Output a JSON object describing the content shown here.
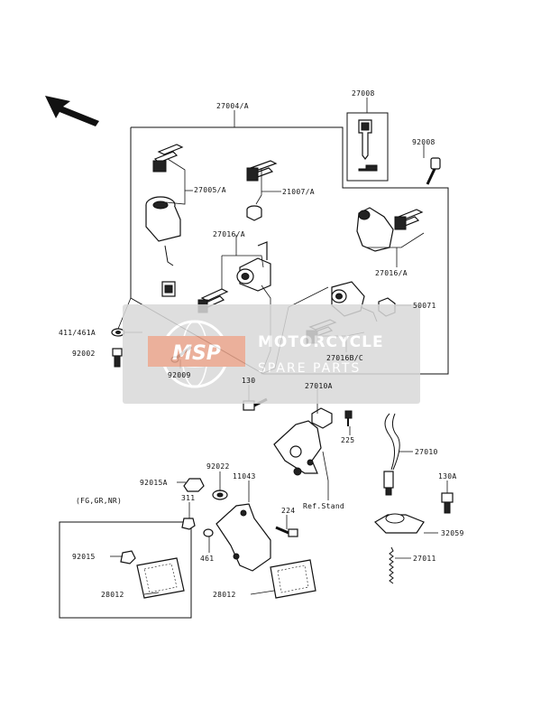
{
  "parts": {
    "p27004": "27004/A",
    "p27008": "27008",
    "p92008": "92008",
    "p27005": "27005/A",
    "p21007": "21007/A",
    "p27016a": "27016/A",
    "p27016b": "27016/A",
    "p50071": "50071",
    "p27016bc": "27016B/C",
    "p411": "411/461A",
    "p92002": "92002",
    "p92009": "92009",
    "p130": "130",
    "p27010a": "27010A",
    "p225": "225",
    "p27010": "27010",
    "p130a": "130A",
    "p92022": "92022",
    "p92015a": "92015A",
    "p11043": "11043",
    "p311": "311",
    "p224": "224",
    "p461": "461",
    "p32059": "32059",
    "p27011": "27011",
    "p92015": "92015",
    "p28012a": "28012",
    "p28012b": "28012",
    "refstand": "Ref.Stand",
    "region": "(FG,GR,NR)"
  },
  "watermark": {
    "logo": "MSP",
    "line1": "MOTORCYCLE",
    "line2": "SPARE PARTS",
    "color": "#d9d9d9",
    "accent": "#e8a38a"
  }
}
